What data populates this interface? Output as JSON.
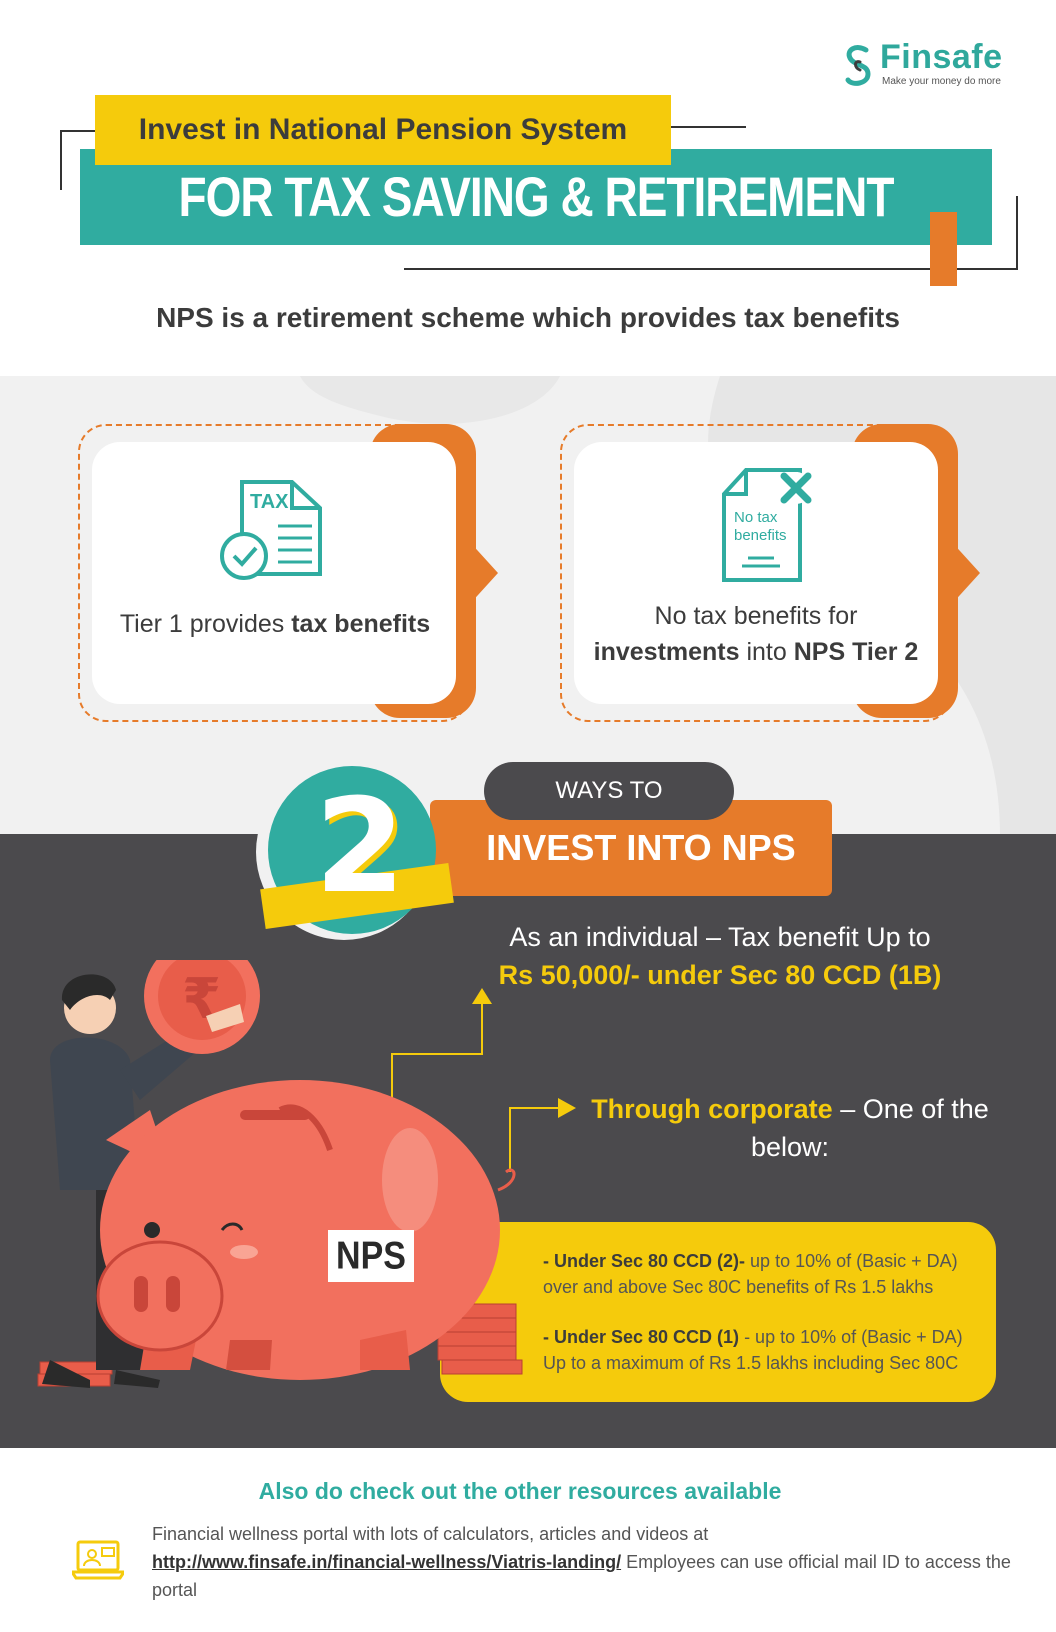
{
  "brand": {
    "name": "Finsafe",
    "tagline": "Make your money do more",
    "colors": {
      "teal": "#30aca0",
      "yellow": "#f5cb0c",
      "orange": "#e67b2a",
      "dark": "#4b4a4d",
      "coral": "#f2705e"
    }
  },
  "header": {
    "subtitle": "Invest in National Pension System",
    "title": "FOR TAX SAVING & RETIREMENT BENEFITS"
  },
  "intro": "NPS is a retirement scheme which provides tax benefits",
  "tiers": [
    {
      "icon": "tax-document-check-icon",
      "icon_text": "TAX",
      "pre": "Tier 1 provides ",
      "bold": "tax benefits",
      "post": ""
    },
    {
      "icon": "no-tax-document-icon",
      "icon_text_1": "No tax",
      "icon_text_2": "benefits",
      "pre": "No tax benefits for ",
      "bold": "investments",
      "mid": " into ",
      "bold2": "NPS Tier 2"
    }
  ],
  "ways": {
    "number": "2",
    "pill": "WAYS TO",
    "title": "INVEST INTO NPS"
  },
  "individual": {
    "line1": "As an individual – Tax benefit Up to",
    "line2": "Rs 50,000/- under Sec 80 CCD (1B)"
  },
  "corporate": {
    "highlight": "Through corporate",
    "rest": " – One of the below:",
    "items": [
      {
        "bold": "- Under Sec 80 CCD (2)-",
        "text": " up to 10% of (Basic + DA) over and above Sec 80C benefits of Rs 1.5 lakhs"
      },
      {
        "bold": "- Under Sec 80 CCD (1)",
        "text": " - up to 10% of (Basic + DA) Up to a maximum of Rs 1.5 lakhs including Sec 80C"
      }
    ]
  },
  "illustration": {
    "piggy_label": "NPS",
    "coin_symbol": "₹"
  },
  "footer": {
    "title": "Also do check out the other resources available",
    "text_pre": "Financial wellness portal with lots of calculators, articles and videos at",
    "link": "http://www.finsafe.in/financial-wellness/Viatris-landing/",
    "text_post": " Employees can use official mail ID to access the portal"
  }
}
